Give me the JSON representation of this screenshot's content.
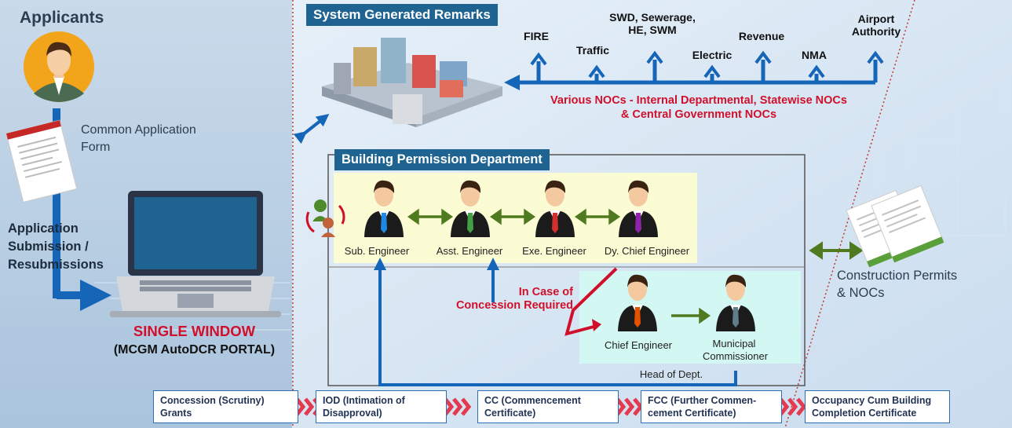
{
  "applicants": {
    "heading": "Applicants",
    "form_label": "Common Application Form",
    "submission_label": "Application Submission / Resubmissions",
    "portal_title": "SINGLE WINDOW",
    "portal_subtitle": "(MCGM AutoDCR PORTAL)"
  },
  "remarks": {
    "heading": "System Generated Remarks",
    "departments": [
      "FIRE",
      "Traffic",
      "SWD, Sewerage, HE, SWM",
      "Electric",
      "Revenue",
      "NMA",
      "Airport Authority"
    ],
    "nocs_line1": "Various NOCs - Internal Departmental, Statewise NOCs",
    "nocs_line2": "& Central Government NOCs"
  },
  "bpd": {
    "heading": "Building Permission Department",
    "roles": [
      "Sub. Engineer",
      "Asst. Engineer",
      "Exe. Engineer",
      "Dy. Chief Engineer"
    ],
    "concession_line1": "In Case of",
    "concession_line2": "Concession Required",
    "senior_roles": [
      "Chief Engineer",
      "Municipal Commissioner"
    ],
    "head_label": "Head of Dept."
  },
  "output": {
    "label": "Construction Permits & NOCs"
  },
  "stages": [
    "Concession (Scrutiny) Grants",
    "IOD (Intimation of Disapproval)",
    "CC (Commencement Certificate)",
    "FCC (Further Commen- cement Certificate)",
    "Occupancy Cum Building Completion Certificate"
  ],
  "colors": {
    "primary_blue": "#1f6391",
    "arrow_blue": "#1565b8",
    "accent_red": "#d0102b",
    "arrow_green": "#4f7a1f",
    "bpd_fill": "#fbfbd4",
    "senior_fill": "#d3f7f3"
  }
}
